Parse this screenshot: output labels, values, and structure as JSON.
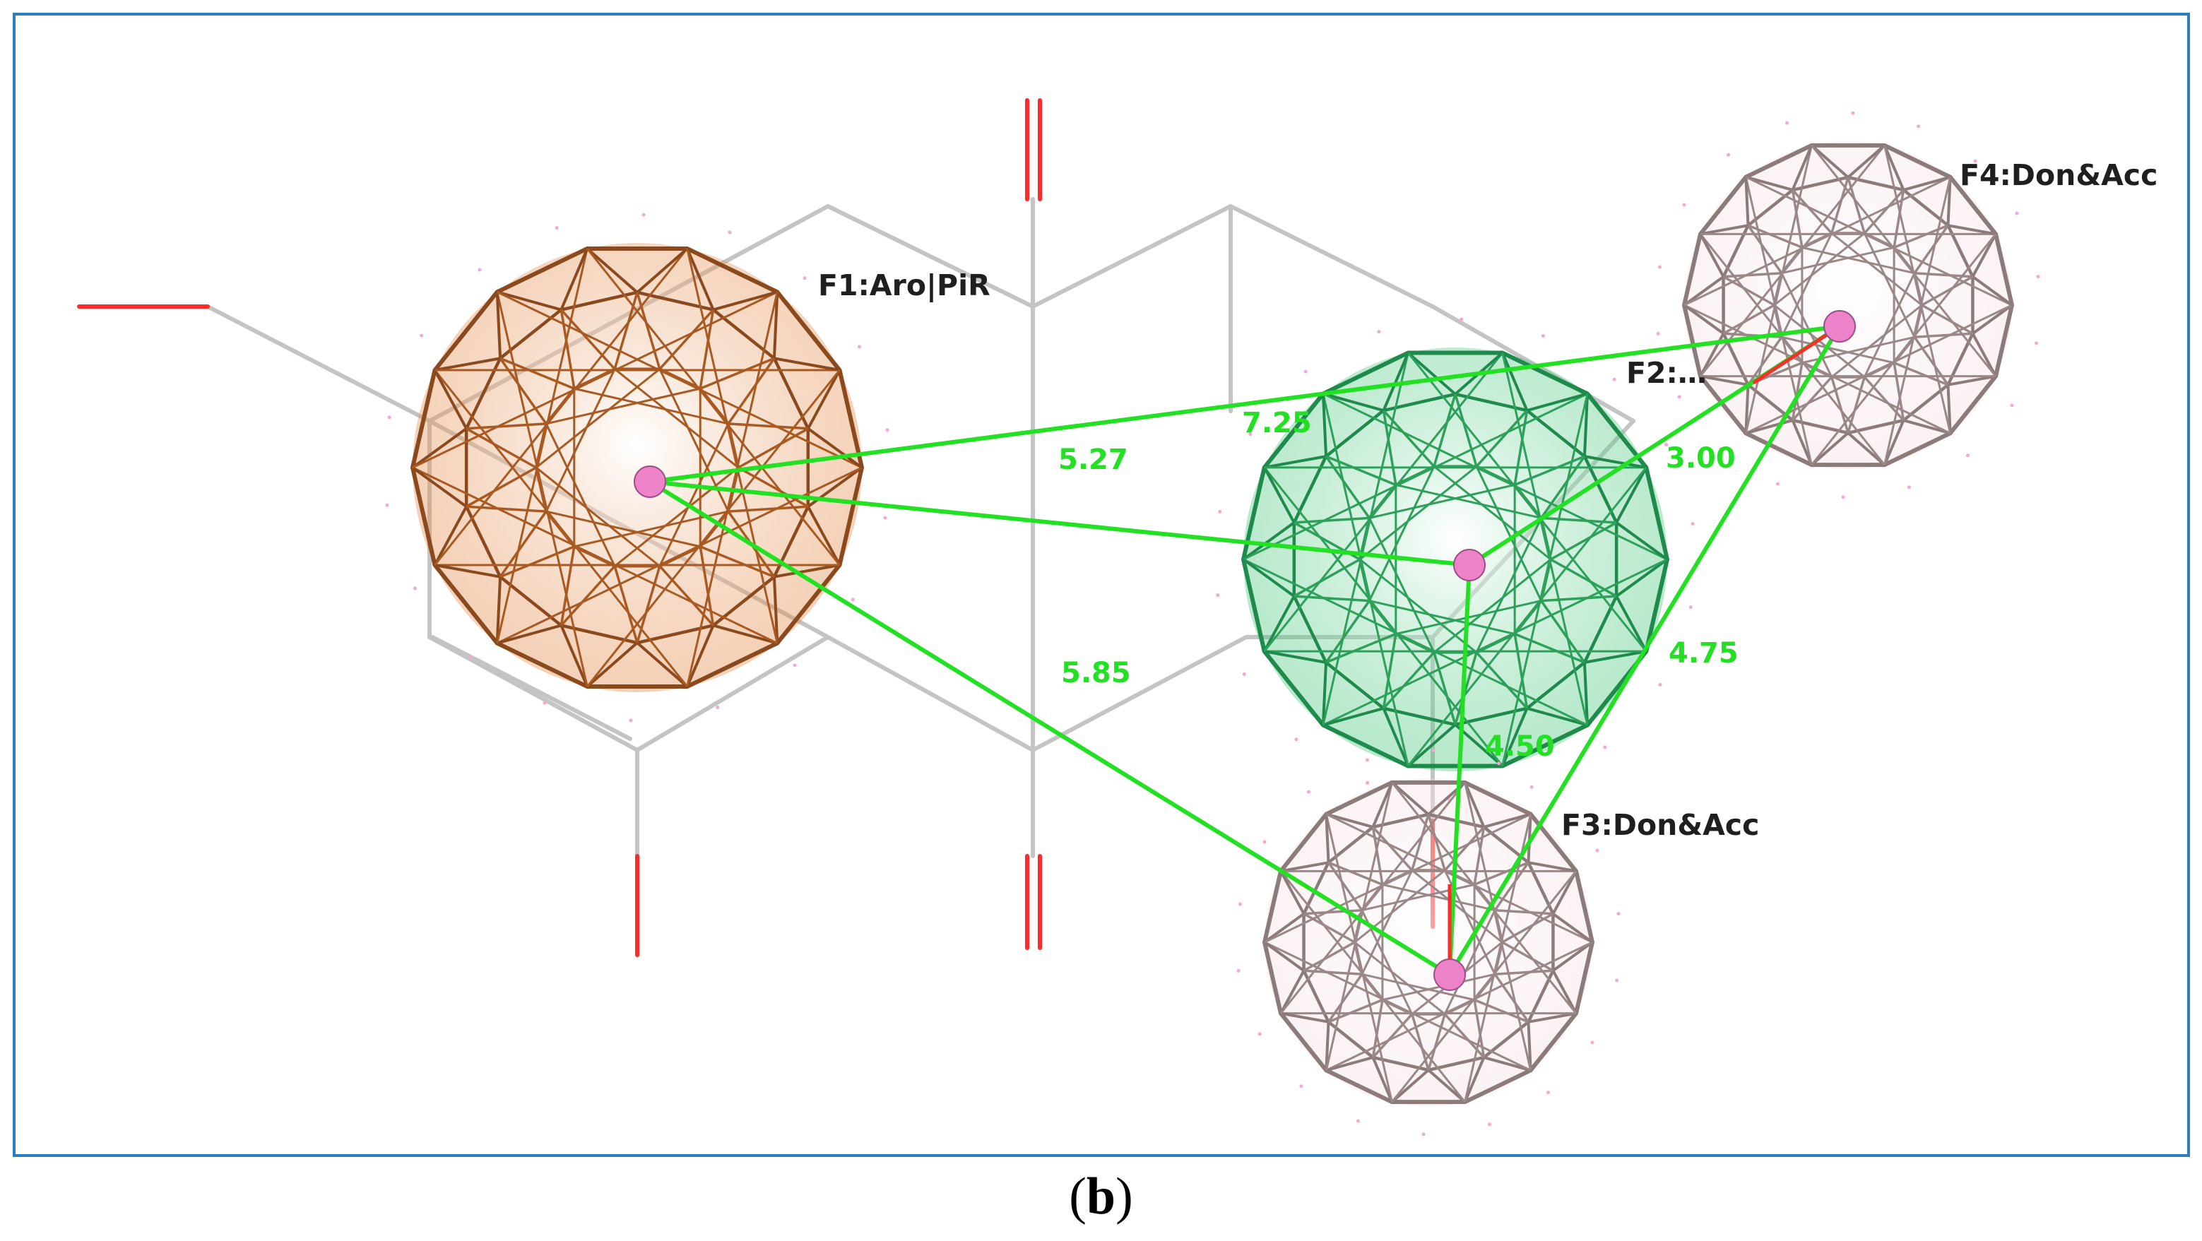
{
  "figure": {
    "caption_letter": "b",
    "caption_open": "(",
    "caption_close": ")"
  },
  "features": [
    {
      "id": "F1",
      "label": "F1:Aro|PiR",
      "color": "#8b4a1e",
      "fill": "#e07a30"
    },
    {
      "id": "F2",
      "label": "F2:…",
      "color": "#1e8a4c",
      "fill": "#2fbf6a"
    },
    {
      "id": "F3",
      "label": "F3:Don&Acc",
      "color": "#8c7b7b",
      "fill": "#f3d9dd"
    },
    {
      "id": "F4",
      "label": "F4:Don&Acc",
      "color": "#8c7b7b",
      "fill": "#f3d9dd"
    }
  ],
  "distances": [
    {
      "between": "F1-F4",
      "value": "7.25"
    },
    {
      "between": "F1-F2",
      "value": "5.27"
    },
    {
      "between": "F1-F3",
      "value": "5.85"
    },
    {
      "between": "F2-F4",
      "value": "3.00"
    },
    {
      "between": "F3-F4",
      "value": "4.75"
    },
    {
      "between": "F2-F3",
      "value": "4.50"
    }
  ],
  "colors": {
    "frame_border": "#2b7fc0",
    "bond": "#c4c4c4",
    "oxygen": "#ff2a2a",
    "distance_line": "#22e022",
    "feature_center": "#ee82c8"
  }
}
